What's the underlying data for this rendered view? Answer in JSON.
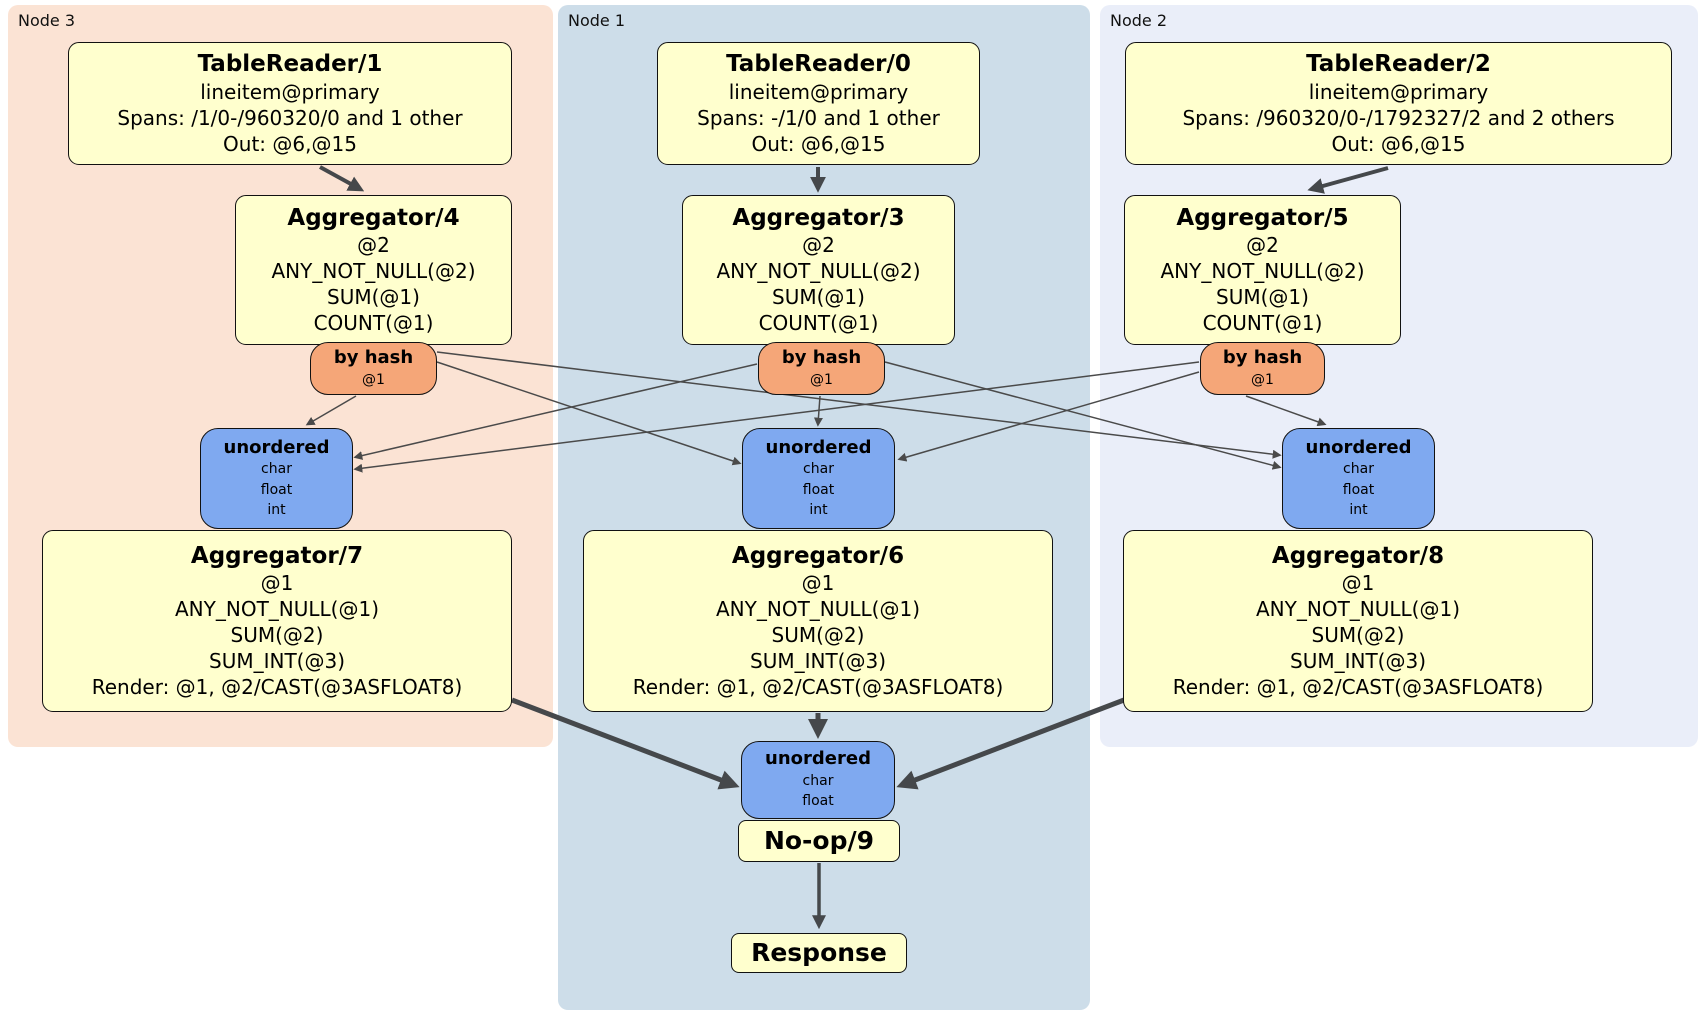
{
  "regions": [
    {
      "label": "Node 3"
    },
    {
      "label": "Node 1"
    },
    {
      "label": "Node 2"
    }
  ],
  "readers": [
    {
      "title": "TableReader/1",
      "lines": [
        "lineitem@primary",
        "Spans: /1/0-/960320/0 and 1 other",
        "Out: @6,@15"
      ]
    },
    {
      "title": "TableReader/0",
      "lines": [
        "lineitem@primary",
        "Spans: -/1/0 and 1 other",
        "Out: @6,@15"
      ]
    },
    {
      "title": "TableReader/2",
      "lines": [
        "lineitem@primary",
        "Spans: /960320/0-/1792327/2 and 2 others",
        "Out: @6,@15"
      ]
    }
  ],
  "agg_stage1": [
    {
      "title": "Aggregator/4",
      "lines": [
        "@2",
        "ANY_NOT_NULL(@2)",
        "SUM(@1)",
        "COUNT(@1)"
      ]
    },
    {
      "title": "Aggregator/3",
      "lines": [
        "@2",
        "ANY_NOT_NULL(@2)",
        "SUM(@1)",
        "COUNT(@1)"
      ]
    },
    {
      "title": "Aggregator/5",
      "lines": [
        "@2",
        "ANY_NOT_NULL(@2)",
        "SUM(@1)",
        "COUNT(@1)"
      ]
    }
  ],
  "routers": [
    {
      "title": "by hash",
      "key": "@1"
    },
    {
      "title": "by hash",
      "key": "@1"
    },
    {
      "title": "by hash",
      "key": "@1"
    }
  ],
  "syncs": [
    {
      "title": "unordered",
      "types": [
        "char",
        "float",
        "int"
      ]
    },
    {
      "title": "unordered",
      "types": [
        "char",
        "float",
        "int"
      ]
    },
    {
      "title": "unordered",
      "types": [
        "char",
        "float",
        "int"
      ]
    }
  ],
  "agg_stage2": [
    {
      "title": "Aggregator/7",
      "lines": [
        "@1",
        "ANY_NOT_NULL(@1)",
        "SUM(@2)",
        "SUM_INT(@3)",
        "Render: @1, @2/CAST(@3ASFLOAT8)"
      ]
    },
    {
      "title": "Aggregator/6",
      "lines": [
        "@1",
        "ANY_NOT_NULL(@1)",
        "SUM(@2)",
        "SUM_INT(@3)",
        "Render: @1, @2/CAST(@3ASFLOAT8)"
      ]
    },
    {
      "title": "Aggregator/8",
      "lines": [
        "@1",
        "ANY_NOT_NULL(@1)",
        "SUM(@2)",
        "SUM_INT(@3)",
        "Render: @1, @2/CAST(@3ASFLOAT8)"
      ]
    }
  ],
  "final_sync": {
    "title": "unordered",
    "types": [
      "char",
      "float"
    ]
  },
  "noop": {
    "label": "No-op/9"
  },
  "response": {
    "label": "Response"
  },
  "colors": {
    "node3_bg": "#fbe3d4",
    "node1_bg": "#cddde9",
    "node2_bg": "#eaeef9",
    "processor_bg": "#ffffce",
    "router_bg": "#f5a678",
    "sync_bg": "#7fa9f0",
    "edge_thin": "#4a4a4a",
    "edge_thick": "#45484b"
  }
}
